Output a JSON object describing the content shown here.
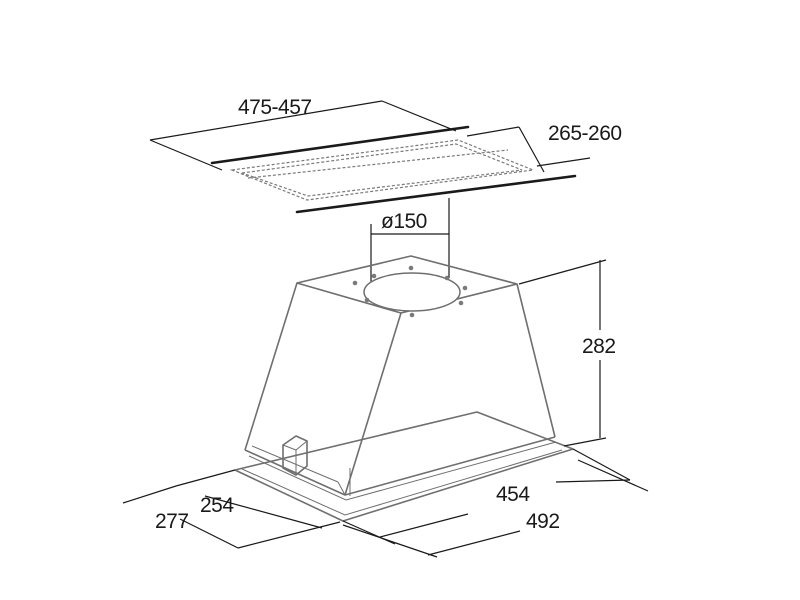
{
  "diagram": {
    "dimensions": {
      "cutout_length": "475-457",
      "cutout_width": "265-260",
      "duct_diameter": "ø150",
      "height": "282",
      "inner_width": "454",
      "outer_width": "492",
      "inner_depth": "254",
      "outer_depth": "277"
    },
    "colors": {
      "line": "#1a1a1a",
      "body": "#6f6f6f",
      "background": "#ffffff"
    }
  }
}
